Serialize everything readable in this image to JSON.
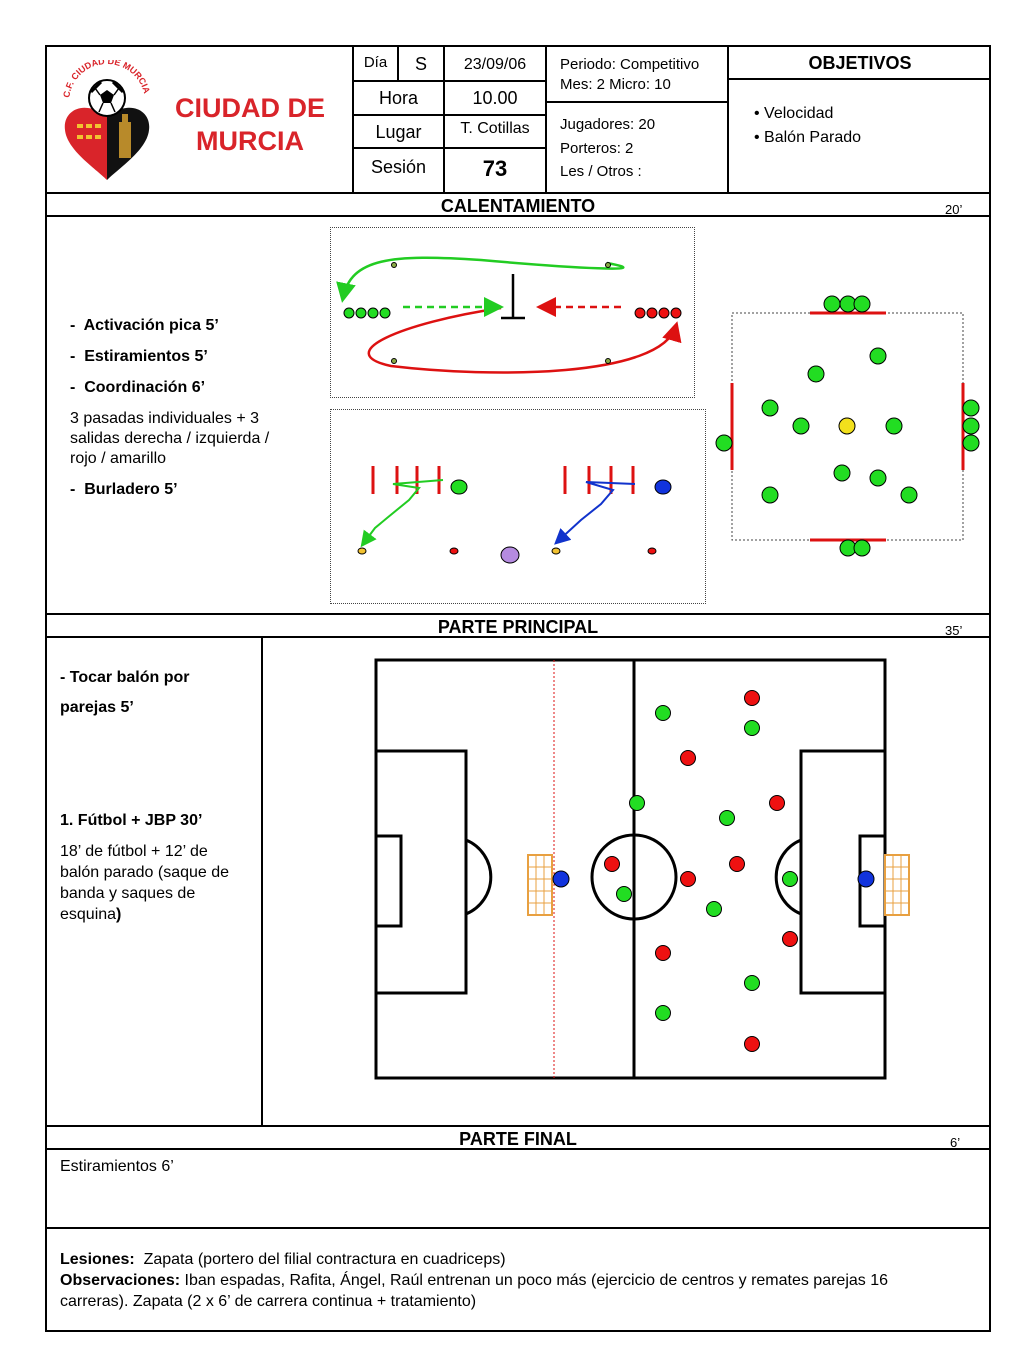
{
  "club": {
    "name_line1": "CIUDAD DE",
    "name_line2": "MURCIA",
    "crest_text": "C.F. CIUDAD DE MURCIA"
  },
  "header": {
    "dia_label": "Día",
    "dia_value": "S",
    "date": "23/09/06",
    "hora_label": "Hora",
    "hora_value": "10.00",
    "lugar_label": "Lugar",
    "lugar_value": "T. Cotillas",
    "sesion_label": "Sesión",
    "sesion_value": "73",
    "periodo": "Periodo: Competitivo",
    "mes_micro": "Mes: 2  Micro: 10",
    "jugadores": "Jugadores:  20",
    "porteros": "Porteros: 2",
    "les_otros": "Les / Otros :",
    "objetivos_title": "OBJETIVOS",
    "objetivos": [
      "Velocidad",
      "Balón Parado"
    ]
  },
  "calentamiento": {
    "title": "CALENTAMIENTO",
    "duration": "20’",
    "items": [
      "Activación  pica    5’",
      "Estiramientos 5’",
      "Coordinación  6’"
    ],
    "description": "3 pasadas individuales + 3 salidas  derecha  / izquierda / rojo / amarillo",
    "item4": "Burladero 5’"
  },
  "principal": {
    "title": "PARTE PRINCIPAL",
    "duration": "35’",
    "item1_line1": "- Tocar balón por",
    "item1_line2": "parejas  5’",
    "item2": "1.  Fútbol  + JBP  30’",
    "item2_desc_pre": "18’ de fútbol + 12’ de balón parado (saque de banda y saques de esquina",
    "item2_desc_end": ")"
  },
  "final": {
    "title": "PARTE FINAL",
    "duration": "6’",
    "text": "Estiramientos  6’"
  },
  "notes": {
    "lesiones_label": "Lesiones:",
    "lesiones_text": "Zapata (portero del filial contractura en cuadriceps)",
    "obs_label": "Observaciones:",
    "obs_text": "Iban espadas, Rafita, Ángel, Raúl entrenan un poco más (ejercicio de centros y remates parejas 16 carreras). Zapata (2 x 6’ de carrera continua + tratamiento)"
  },
  "colors": {
    "brand_red": "#d9242a",
    "green_player": "#22dd22",
    "red_player": "#ee1111",
    "blue_player": "#1133dd",
    "yellow_player": "#f2e01c",
    "cone_orange": "#f0a030",
    "purple_ball": "#b58be0"
  }
}
